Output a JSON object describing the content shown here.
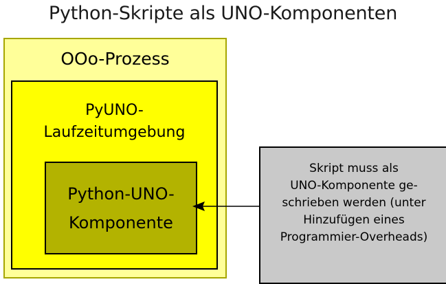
{
  "title": "Python-Skripte als UNO-Komponenten",
  "outer_box": {
    "label": "OOo-Prozess",
    "fill_color": "#FFFF99",
    "border_color": "#A6A600"
  },
  "runtime_box": {
    "label": "PyUNO-\nLaufzeitumgebung",
    "line1": "PyUNO-",
    "line2": "Laufzeitumgebung",
    "fill_color": "#FFFF00",
    "border_color": "#000000"
  },
  "component_box": {
    "label": "Python-UNO-\nKomponente",
    "line1": "Python-UNO-",
    "line2": "Komponente",
    "fill_color": "#B3B300",
    "border_color": "#000000"
  },
  "annotation_box": {
    "lines": [
      "Skript muss als",
      "UNO-Komponente ge-",
      "schrieben werden (unter",
      "Hinzufügen eines",
      "Programmier-Overheads)"
    ],
    "text": "Skript muss als UNO-Komponente geschrieben werden (unter Hinzufügen eines Programmier-Overheads)",
    "fill_color": "#C9C9C9",
    "border_color": "#000000"
  },
  "arrow": {
    "name": "annotation-arrow",
    "direction": "left",
    "color": "#000000",
    "from": "annotation-box",
    "to": "component-box"
  },
  "canvas": {
    "background_color": "#FFFFFF"
  }
}
